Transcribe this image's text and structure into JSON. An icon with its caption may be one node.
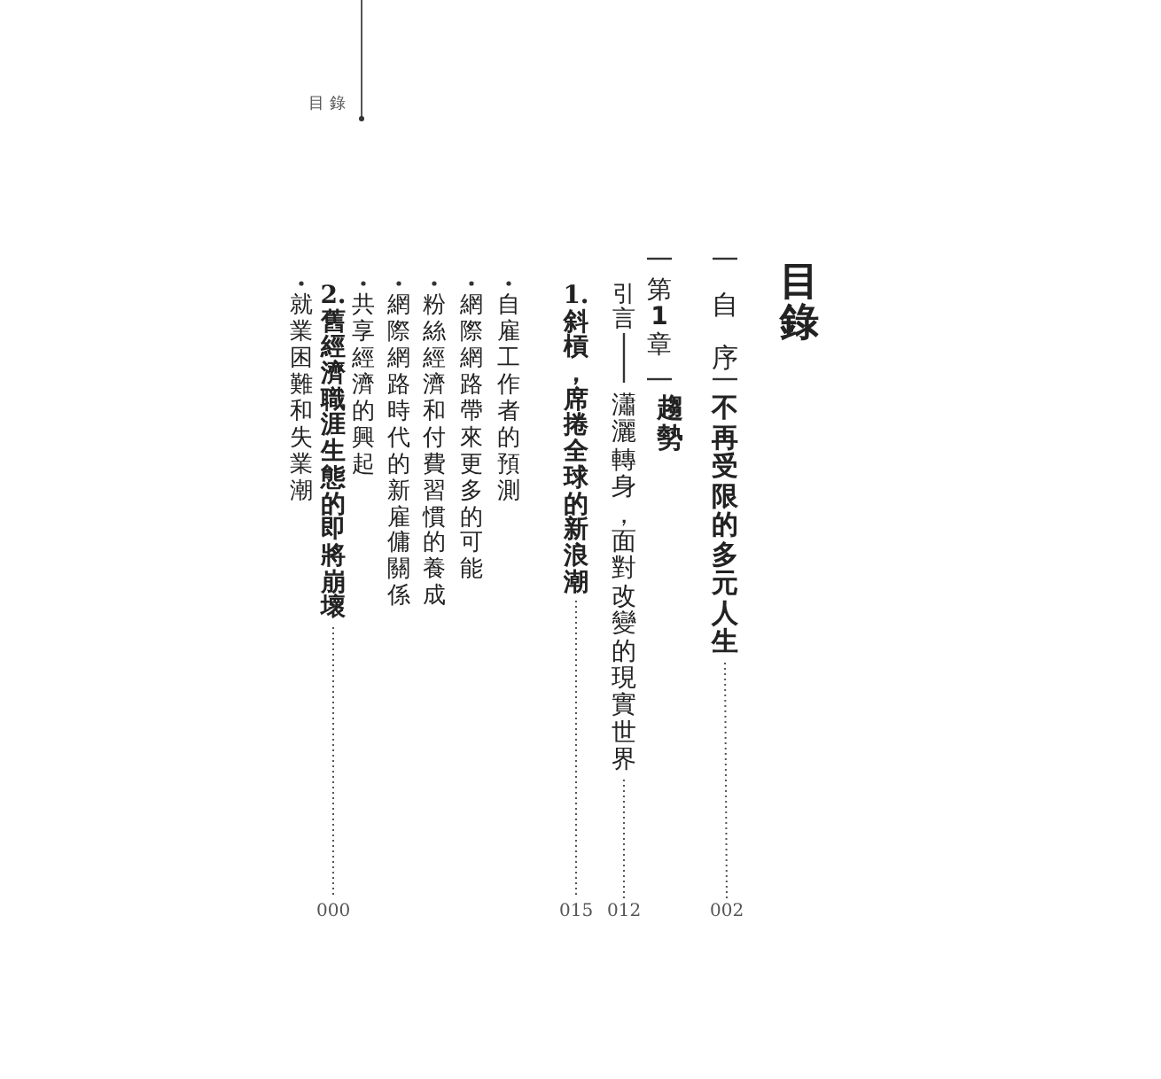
{
  "diagram": {
    "title": "目錄",
    "nodes": [
      {
        "text": [
          "不再受限的多元人生"
        ]
      },
      {
        "text": [
          "002"
        ]
      },
      {
        "text": [
          "瀟灑轉身，面對改變的現實世界"
        ]
      },
      {
        "text": [
          "012"
        ]
      },
      {
        "text": [
          "1.斜槓，席捲全球的新浪潮"
        ]
      },
      {
        "text": [
          "015"
        ]
      },
      {
        "text": [
          "2.舊經濟職涯生態的即將崩壞"
        ]
      },
      {
        "text": [
          "000"
        ]
      }
    ],
    "edges": [
      {
        "from": 0,
        "to": 1,
        "arrow": "none",
        "style": "dashed"
      },
      {
        "from": 2,
        "to": 3,
        "arrow": "none",
        "style": "dashed"
      },
      {
        "from": 4,
        "to": 5,
        "arrow": "none",
        "style": "dashed"
      },
      {
        "from": 6,
        "to": 7,
        "arrow": "none",
        "style": "dashed"
      }
    ],
    "labels": [
      "目錄",
      "自序",
      "第**1**章",
      "趨勢",
      "引言",
      "自雇工作者的預測",
      "網際網路帶來更多的可能",
      "粉絲經濟和付費習慣的養成",
      "網際網路時代的新雇傭關係",
      "共享經濟的興起",
      "就業困難和失業潮"
    ]
  }
}
